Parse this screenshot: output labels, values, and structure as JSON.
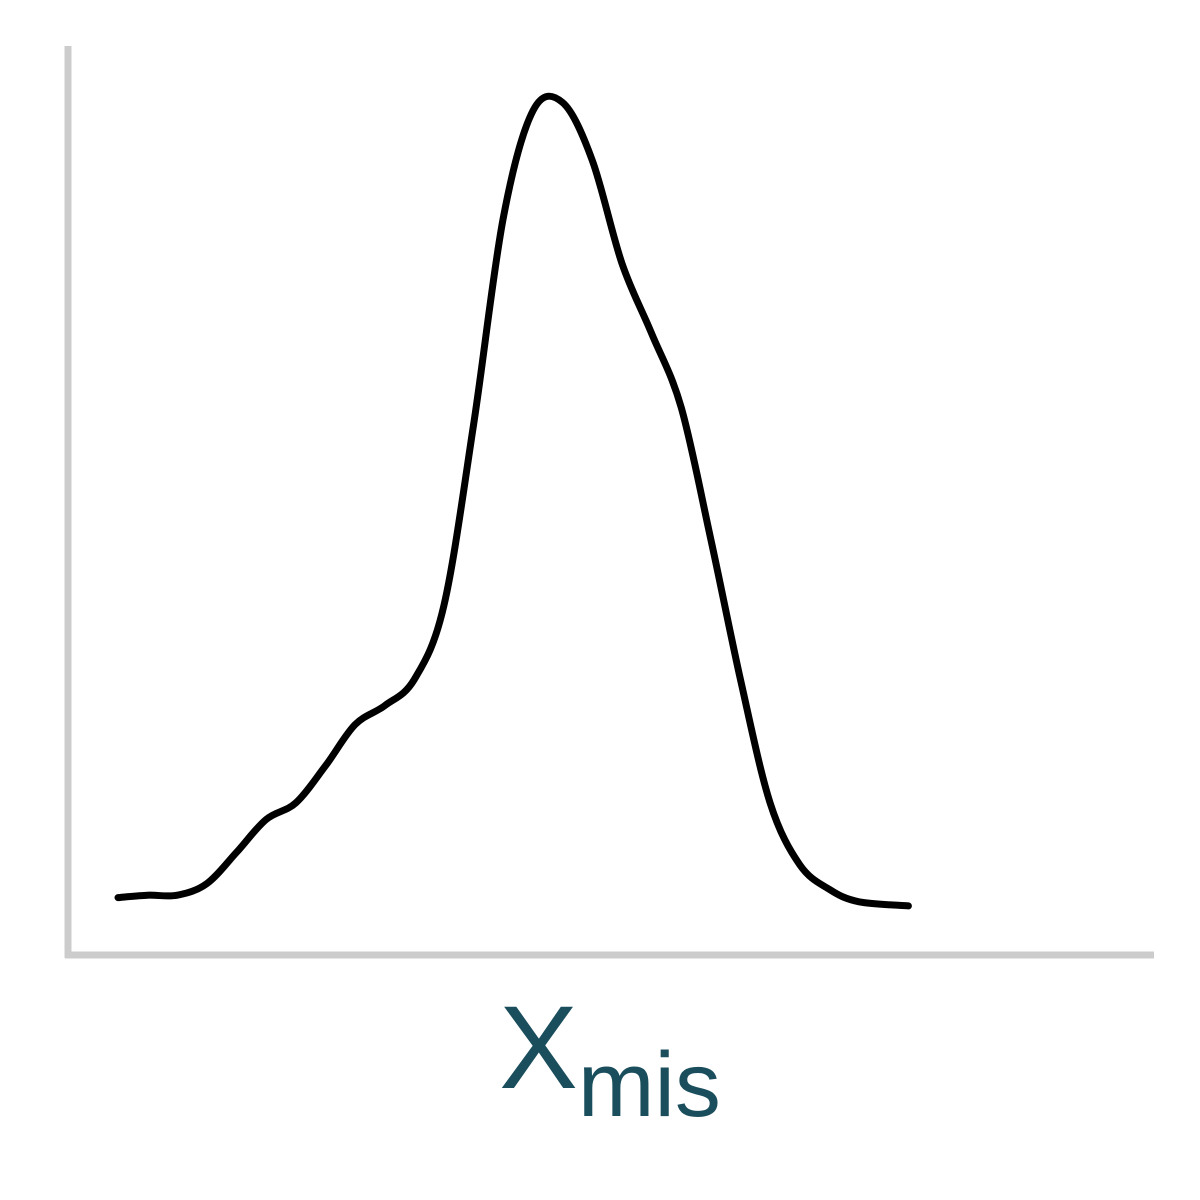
{
  "chart_data": {
    "type": "line",
    "title": "",
    "xlabel": "X",
    "xlabel_subscript": "mis",
    "ylabel": "",
    "xlim": [
      0,
      100
    ],
    "ylim": [
      0,
      100
    ],
    "grid": false,
    "axis_color": "#cccccc",
    "line_color": "#000000",
    "label_color": "#1a4e5c",
    "series": [
      {
        "values": [
          [
            0,
            1.5
          ],
          [
            3,
            1.8
          ],
          [
            6,
            1.8
          ],
          [
            9,
            3.2
          ],
          [
            12,
            7.0
          ],
          [
            15,
            11.0
          ],
          [
            18,
            13.0
          ],
          [
            21,
            17.5
          ],
          [
            24,
            22.5
          ],
          [
            27,
            24.8
          ],
          [
            30,
            28.0
          ],
          [
            33,
            37.0
          ],
          [
            36,
            59.0
          ],
          [
            39,
            84.0
          ],
          [
            42,
            97.0
          ],
          [
            45,
            98.0
          ],
          [
            48,
            91.0
          ],
          [
            51,
            78.5
          ],
          [
            54,
            70.0
          ],
          [
            57,
            61.0
          ],
          [
            60,
            45.0
          ],
          [
            63,
            28.0
          ],
          [
            66,
            13.0
          ],
          [
            69,
            5.5
          ],
          [
            72,
            2.5
          ],
          [
            75,
            1.0
          ],
          [
            80,
            0.5
          ]
        ]
      }
    ]
  }
}
